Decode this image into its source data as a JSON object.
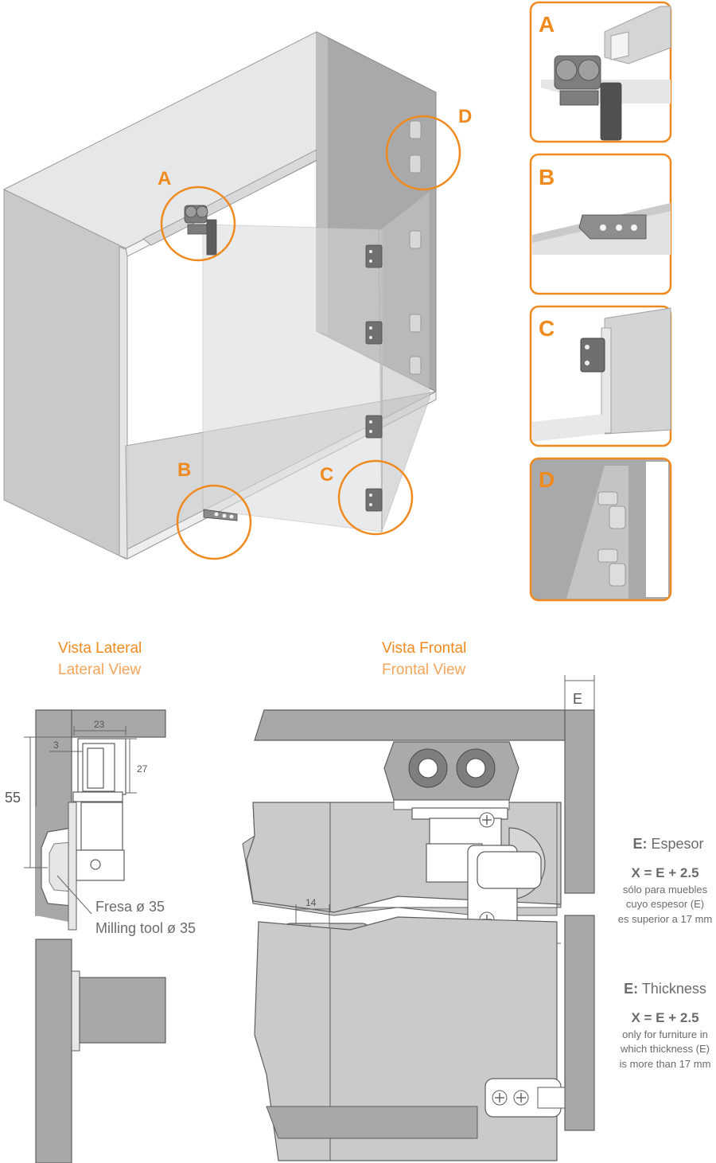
{
  "callouts": {
    "a": "A",
    "b": "B",
    "c": "C",
    "d": "D"
  },
  "details": {
    "a": "A",
    "b": "B",
    "c": "C",
    "d": "D"
  },
  "lateral_view": {
    "title_es": "Vista Lateral",
    "title_en": "Lateral View",
    "dim_23": "23",
    "dim_3": "3",
    "dim_27": "27",
    "dim_55": "55",
    "milling_es": "Fresa ø 35",
    "milling_en": "Milling tool ø 35"
  },
  "frontal_view": {
    "title_es": "Vista Frontal",
    "title_en": "Frontal View",
    "dim_e": "E",
    "dim_14": "14",
    "dim_x": "X"
  },
  "notes": {
    "es": {
      "e_label": "E:",
      "e_text": " Espesor",
      "formula": "X = E + 2.5",
      "line1": "sólo para muebles",
      "line2": "cuyo espesor (E)",
      "line3": "es superior a 17 mm"
    },
    "en": {
      "e_label": "E:",
      "e_text": " Thickness",
      "formula": "X = E + 2.5",
      "line1": "only for furniture in",
      "line2": "which thickness (E)",
      "line3": "is more than 17 mm"
    }
  },
  "colors": {
    "accent": "#f08a1f",
    "panel": "#c7c8ca",
    "dark_panel": "#a9aaac",
    "line": "#555555"
  }
}
